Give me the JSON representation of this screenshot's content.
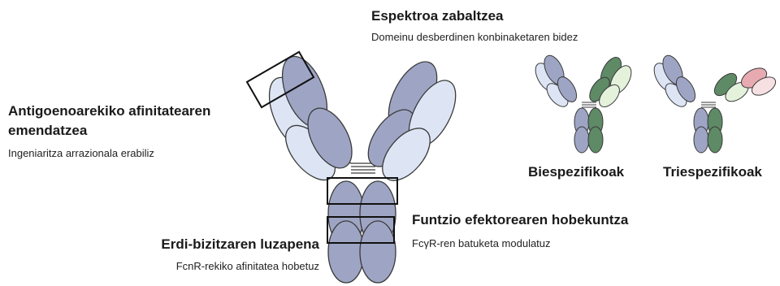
{
  "spectrum": {
    "title": "Espektroa zabaltzea",
    "subtitle": "Domeinu desberdinen konbinaketaren bidez"
  },
  "affinity": {
    "title_line1": "Antigoenoarekiko afinitatearen",
    "title_line2": "emendatzea",
    "subtitle": "Ingeniaritza arrazionala erabiliz"
  },
  "effector": {
    "title": "Funtzio efektorearen hobekuntza",
    "subtitle": "FcγR-ren batuketa modulatuz"
  },
  "halflife": {
    "title": "Erdi-bizitzaren luzapena",
    "subtitle": "FcnR-rekiko afinitatea hobetuz"
  },
  "formats": {
    "bispecific": "Biespezifikoak",
    "trispecific": "Triespezifikoak"
  },
  "colors": {
    "heavy_chain": "#9ea5c4",
    "light_chain": "#dde5f5",
    "green_dark": "#5e8a66",
    "green_light": "#e4f2dc",
    "pink": "#e6aab0",
    "stroke": "#3a3a3a"
  }
}
